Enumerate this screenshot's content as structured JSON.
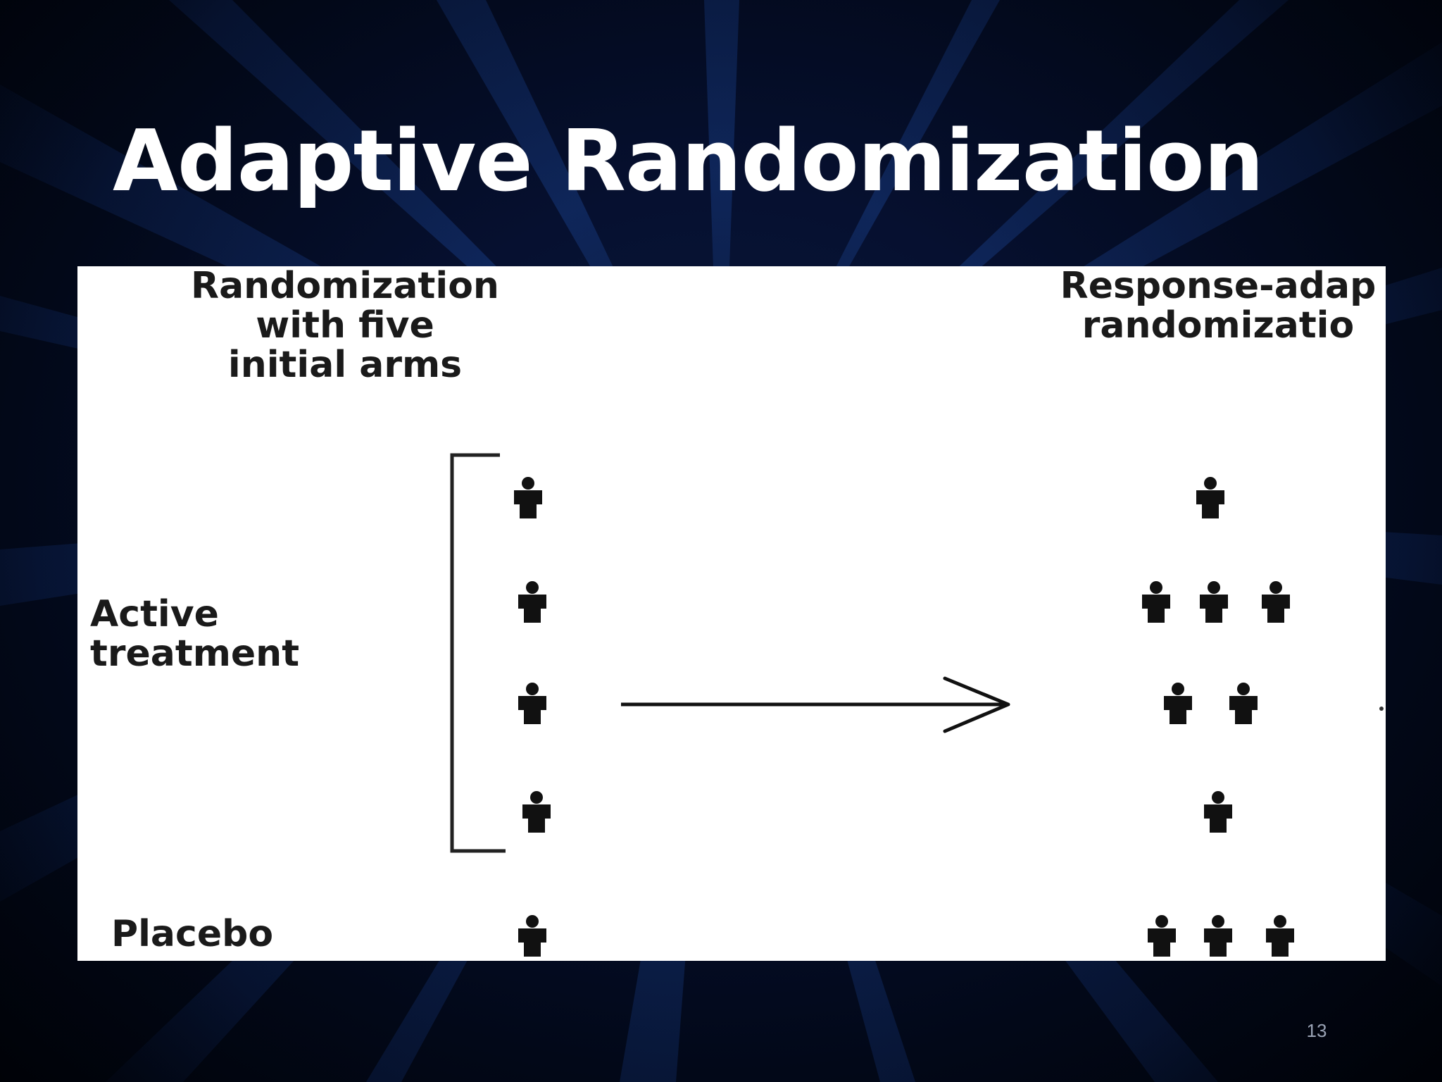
{
  "slide": {
    "title": "Adaptive Randomization",
    "page_number": "13"
  },
  "figure": {
    "left_header": "Randomization\nwith five\ninitial arms",
    "right_header": "Response-adap\nrandomizatio",
    "active_label": "Active\ntreatment",
    "placebo_label": "Placebo",
    "arms": [
      {
        "group": "active",
        "initial_icons": 1,
        "adaptive_icons": 1
      },
      {
        "group": "active",
        "initial_icons": 1,
        "adaptive_icons": 3
      },
      {
        "group": "active",
        "initial_icons": 1,
        "adaptive_icons": 2
      },
      {
        "group": "active",
        "initial_icons": 1,
        "adaptive_icons": 1
      },
      {
        "group": "placebo",
        "initial_icons": 1,
        "adaptive_icons": 3
      }
    ],
    "icon_name": "person-icon"
  },
  "colors": {
    "background": "#020818",
    "title": "#ffffff",
    "figure_background": "#ffffff",
    "figure_ink": "#111111"
  }
}
